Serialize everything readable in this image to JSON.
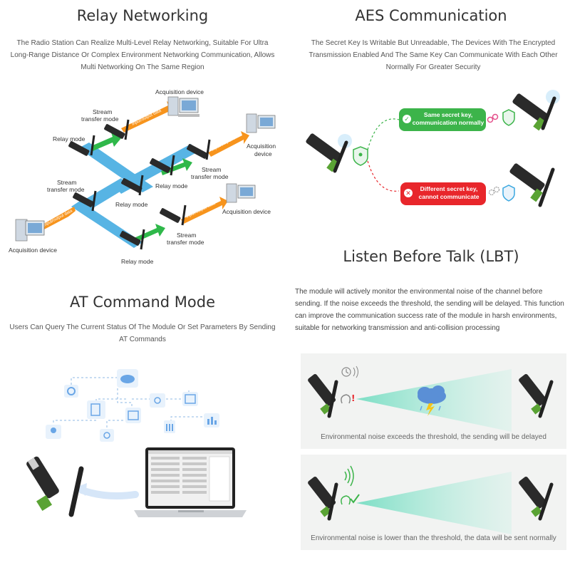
{
  "relay": {
    "title": "Relay Networking",
    "desc": "The Radio Station Can Realize Multi-Level Relay Networking, Suitable For Ultra Long-Range Distance Or Complex Environment Networking Communication, Allows Multi Networking On The Same Region",
    "labels": {
      "acq_top": "Acquisition device",
      "stream1_l1": "Stream",
      "stream1_l2": "transfer mode",
      "relay1": "Relay mode",
      "acq_right1_l1": "Acquisition",
      "acq_right1_l2": "device",
      "stream2_l1": "Stream",
      "stream2_l2": "transfer mode",
      "relay2": "Relay mode",
      "stream3_l1": "Stream",
      "stream3_l2": "transfer mode",
      "acq_right2": "Acquisition device",
      "relay3": "Relay mode",
      "stream4_l1": "Stream",
      "stream4_l2": "transfer mode",
      "acq_left": "Acquisition device",
      "relay4": "Relay mode",
      "io1": "Input/output data",
      "io2": "Input/output data",
      "io3": "Input/output data",
      "io4": "Input/output data"
    }
  },
  "aes": {
    "title": "AES Communication",
    "desc": "The Secret Key Is Writable But Unreadable, The Devices With The Encrypted Transmission Enabled And The Same Key Can Communicate With Each Other Normally For Greater Security",
    "ok_l1": "Same secret key,",
    "ok_l2": "communication normally",
    "bad_l1": "Different secret key,",
    "bad_l2": "cannot communicate",
    "ok_color": "#3cb44a",
    "bad_color": "#e8262b"
  },
  "at": {
    "title": "AT Command Mode",
    "desc": "Users Can Query The Current Status Of The Module Or Set Parameters By Sending AT Commands"
  },
  "lbt": {
    "title": "Listen Before Talk (LBT)",
    "desc": "The module will actively monitor the environmental noise of the channel before sending. If the noise exceeds the threshold, the sending will be delayed. This function can improve the communication success rate of the module in harsh environments, suitable for networking transmission and anti-collision processing",
    "caption1": "Environmental noise exceeds the threshold, the sending will be delayed",
    "caption2": "Environmental noise is lower than the threshold, the data will be sent normally"
  },
  "colors": {
    "orange": "#f7941d",
    "green": "#2fb84a",
    "blue": "#3aa7e0"
  }
}
